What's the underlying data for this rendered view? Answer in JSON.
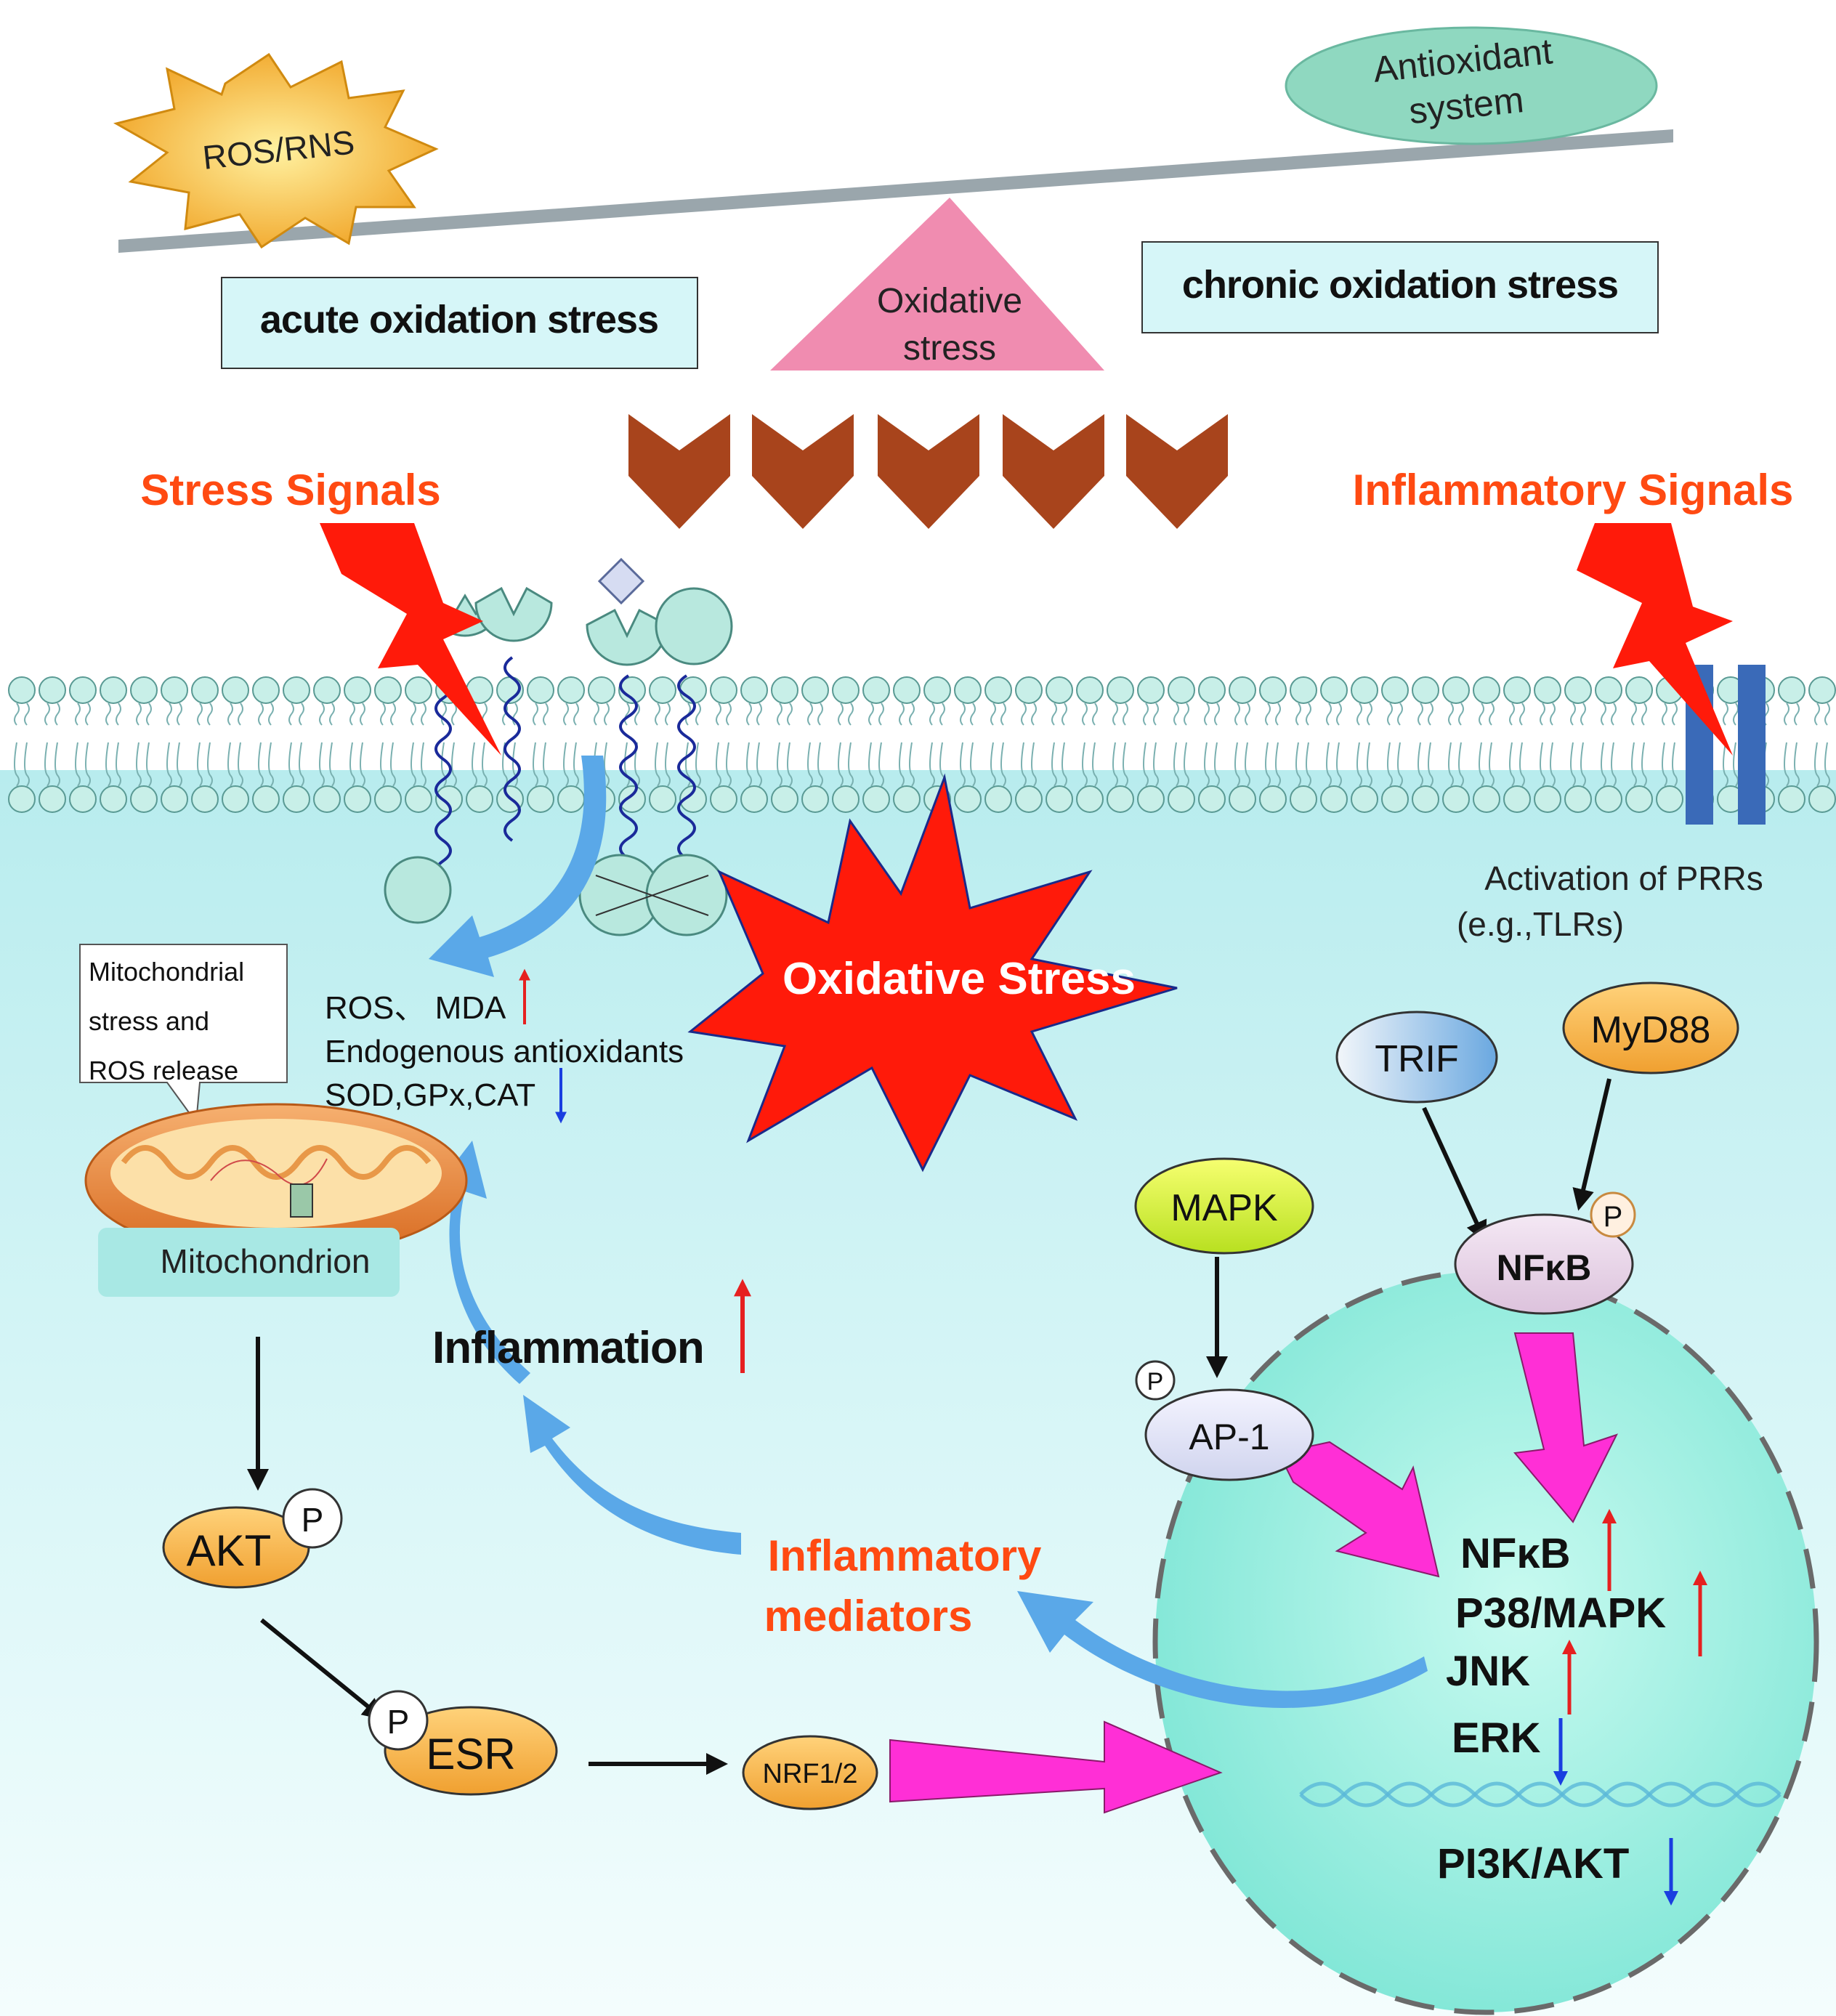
{
  "balance": {
    "left_label": "ROS/RNS",
    "right_label_line1": "Antioxidant",
    "right_label_line2": "system",
    "fulcrum_line1": "Oxidative",
    "fulcrum_line2": "stress",
    "acute_label": "acute oxidation stress",
    "chronic_label": "chronic oxidation stress"
  },
  "signals": {
    "stress": "Stress Signals",
    "inflammatory": "Inflammatory Signals"
  },
  "prr": {
    "line1": "Activation of PRRs",
    "line2": "(e.g.,TLRs)"
  },
  "center": {
    "burst": "Oxidative Stress",
    "ros_mda": "ROS、 MDA",
    "endogenous": "Endogenous antioxidants",
    "enzymes": "SOD,GPx,CAT",
    "inflammation": "Inflammation",
    "mediators_line1": "Inflammatory",
    "mediators_line2": "mediators"
  },
  "mito": {
    "callout_line1": "Mitochondrial",
    "callout_line2": "stress and",
    "callout_line3": "ROS release",
    "label": "Mitochondrion"
  },
  "left_pathway": {
    "akt": "AKT",
    "esr": "ESR",
    "nrf": "NRF1/2",
    "phospho": "P"
  },
  "right_pathway": {
    "trif": "TRIF",
    "myd88": "MyD88",
    "nfkb": "NFκB",
    "mapk": "MAPK",
    "ap1": "AP-1",
    "phospho": "P"
  },
  "nucleus": {
    "items": [
      "NFκB",
      "P38/MAPK",
      "JNK",
      "ERK",
      "PI3K/AKT"
    ]
  },
  "colors": {
    "signal_red": "#ff4a12",
    "magenta": "#ff2fd6",
    "blue_arrow": "#5aa8e8",
    "chevron": "#a8441c",
    "cytoplasm": "#c9f1f2",
    "nucleus": "#8eeedd"
  }
}
